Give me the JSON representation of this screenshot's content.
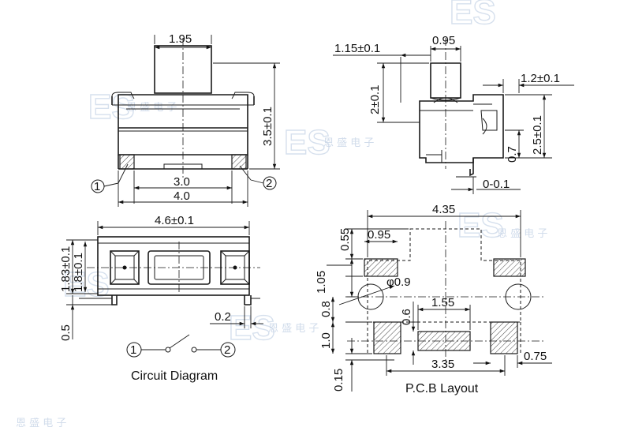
{
  "watermark": {
    "text": "ES",
    "chinese": "恩 盛 电 子"
  },
  "top_view": {
    "dim_stem_width": "1.95",
    "dim_height": "3.5±0.1",
    "dim_inner": "3.0",
    "dim_outer": "4.0",
    "terminal_1": "1",
    "terminal_2": "2"
  },
  "side_view": {
    "dim_stem_width": "0.95",
    "dim_stem_offset": "1.15±0.1",
    "dim_stem_height": "2±0.1",
    "dim_body_offset": "1.2±0.1",
    "dim_body_height": "2.5±0.1",
    "dim_lead_height": "0.7",
    "dim_lead_offset": "0-0.1"
  },
  "bottom_view": {
    "dim_width": "4.6±0.1",
    "dim_height_1": "1.83±0.1",
    "dim_height_2": "1.8±0.1",
    "dim_lead_thickness": "0.5",
    "dim_lead_length": "0.2"
  },
  "circuit": {
    "caption": "Circuit Diagram",
    "terminal_1": "1",
    "terminal_2": "2"
  },
  "pcb": {
    "caption": "P.C.B Layout",
    "dim_total": "4.35",
    "dim_pad_width": "0.95",
    "dim_top": "0.55",
    "dim_hole_dia": "φ0.9",
    "dim_105": "1.05",
    "dim_08": "0.8",
    "dim_10": "1.0",
    "dim_015": "0.15",
    "dim_06": "0.6",
    "dim_155": "1.55",
    "dim_335": "3.35",
    "dim_075": "0.75"
  }
}
